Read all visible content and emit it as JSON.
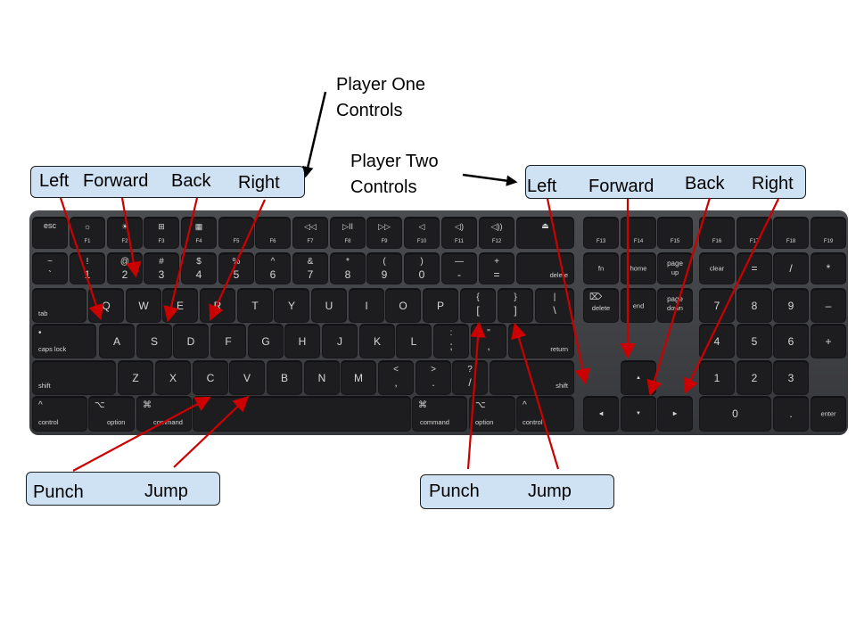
{
  "notes": {
    "player_one": [
      "Player One",
      "Controls"
    ],
    "player_two": [
      "Player Two",
      "Controls"
    ]
  },
  "p1_box": {
    "left": "Left",
    "forward": "Forward",
    "back": "Back",
    "right": "Right"
  },
  "p2_box": {
    "left": "Left",
    "forward": "Forward",
    "back": "Back",
    "right": "Right"
  },
  "p1_actions": {
    "punch": "Punch",
    "jump": "Jump"
  },
  "p2_actions": {
    "punch": "Punch",
    "jump": "Jump"
  },
  "colors": {
    "arrow_red": "#cc0000",
    "label_box": "#cfe2f3",
    "keyboard": "#3f4044",
    "key": "#1d1d1f"
  },
  "keyboard": {
    "row_fn": [
      {
        "t": "esc",
        "b": ""
      },
      {
        "t": "☼",
        "b": "F1"
      },
      {
        "t": "☀",
        "b": "F2"
      },
      {
        "t": "⊞",
        "b": "F3"
      },
      {
        "t": "▦",
        "b": "F4"
      },
      {
        "t": "",
        "b": "F5"
      },
      {
        "t": "",
        "b": "F6"
      },
      {
        "t": "◁◁",
        "b": "F7"
      },
      {
        "t": "▷II",
        "b": "F8"
      },
      {
        "t": "▷▷",
        "b": "F9"
      },
      {
        "t": "◁",
        "b": "F10"
      },
      {
        "t": "◁)",
        "b": "F11"
      },
      {
        "t": "◁))",
        "b": "F12"
      },
      {
        "t": "⏏",
        "b": ""
      },
      {
        "t": "",
        "b": "F13"
      },
      {
        "t": "",
        "b": "F14"
      },
      {
        "t": "",
        "b": "F15"
      },
      {
        "t": "",
        "b": "F16"
      },
      {
        "t": "",
        "b": "F17"
      },
      {
        "t": "",
        "b": "F18"
      },
      {
        "t": "",
        "b": "F19"
      }
    ],
    "row_num": [
      {
        "t": "~",
        "b": "`"
      },
      {
        "t": "!",
        "b": "1"
      },
      {
        "t": "@",
        "b": "2"
      },
      {
        "t": "#",
        "b": "3"
      },
      {
        "t": "$",
        "b": "4"
      },
      {
        "t": "%",
        "b": "5"
      },
      {
        "t": "^",
        "b": "6"
      },
      {
        "t": "&",
        "b": "7"
      },
      {
        "t": "*",
        "b": "8"
      },
      {
        "t": "(",
        "b": "9"
      },
      {
        "t": ")",
        "b": "0"
      },
      {
        "t": "—",
        "b": "-"
      },
      {
        "t": "+",
        "b": "="
      },
      {
        "t": "",
        "b": "delete"
      },
      {
        "t": "",
        "b": "fn"
      },
      {
        "t": "",
        "b": "home"
      },
      {
        "t": "page",
        "b": "up"
      },
      {
        "t": "",
        "b": "clear"
      },
      {
        "t": "",
        "b": "="
      },
      {
        "t": "",
        "b": "/"
      },
      {
        "t": "",
        "b": "*"
      }
    ],
    "row_q": [
      {
        "t": "",
        "b": "tab"
      },
      {
        "t": "",
        "b": "Q"
      },
      {
        "t": "",
        "b": "W"
      },
      {
        "t": "",
        "b": "E"
      },
      {
        "t": "",
        "b": "R"
      },
      {
        "t": "",
        "b": "T"
      },
      {
        "t": "",
        "b": "Y"
      },
      {
        "t": "",
        "b": "U"
      },
      {
        "t": "",
        "b": "I"
      },
      {
        "t": "",
        "b": "O"
      },
      {
        "t": "",
        "b": "P"
      },
      {
        "t": "{",
        "b": "["
      },
      {
        "t": "}",
        "b": "]"
      },
      {
        "t": "|",
        "b": "\\"
      },
      {
        "t": "⌦",
        "b": "delete"
      },
      {
        "t": "",
        "b": "end"
      },
      {
        "t": "page",
        "b": "down"
      },
      {
        "t": "",
        "b": "7"
      },
      {
        "t": "",
        "b": "8"
      },
      {
        "t": "",
        "b": "9"
      },
      {
        "t": "",
        "b": "–"
      }
    ],
    "row_a": [
      {
        "t": "•",
        "b": "caps lock"
      },
      {
        "t": "",
        "b": "A"
      },
      {
        "t": "",
        "b": "S"
      },
      {
        "t": "",
        "b": "D"
      },
      {
        "t": "",
        "b": "F"
      },
      {
        "t": "",
        "b": "G"
      },
      {
        "t": "",
        "b": "H"
      },
      {
        "t": "",
        "b": "J"
      },
      {
        "t": "",
        "b": "K"
      },
      {
        "t": "",
        "b": "L"
      },
      {
        "t": ":",
        "b": ";"
      },
      {
        "t": "\"",
        "b": ","
      },
      {
        "t": "",
        "b": "return"
      },
      {
        "t": "",
        "b": "4"
      },
      {
        "t": "",
        "b": "5"
      },
      {
        "t": "",
        "b": "6"
      },
      {
        "t": "",
        "b": "+"
      }
    ],
    "row_z": [
      {
        "t": "",
        "b": "shift"
      },
      {
        "t": "",
        "b": "Z"
      },
      {
        "t": "",
        "b": "X"
      },
      {
        "t": "",
        "b": "C"
      },
      {
        "t": "",
        "b": "V"
      },
      {
        "t": "",
        "b": "B"
      },
      {
        "t": "",
        "b": "N"
      },
      {
        "t": "",
        "b": "M"
      },
      {
        "t": "<",
        "b": ","
      },
      {
        "t": ">",
        "b": "."
      },
      {
        "t": "?",
        "b": "/"
      },
      {
        "t": "",
        "b": "shift"
      },
      {
        "t": "",
        "b": "▲"
      },
      {
        "t": "",
        "b": "1"
      },
      {
        "t": "",
        "b": "2"
      },
      {
        "t": "",
        "b": "3"
      }
    ],
    "row_bottom": [
      {
        "t": "^",
        "b": "control"
      },
      {
        "t": "⌥",
        "b": "option"
      },
      {
        "t": "⌘",
        "b": "command"
      },
      {
        "t": "",
        "b": ""
      },
      {
        "t": "⌘",
        "b": "command"
      },
      {
        "t": "⌥",
        "b": "option"
      },
      {
        "t": "^",
        "b": "control"
      },
      {
        "t": "",
        "b": "◀"
      },
      {
        "t": "",
        "b": "▼"
      },
      {
        "t": "",
        "b": "▶"
      },
      {
        "t": "",
        "b": "0"
      },
      {
        "t": "",
        "b": "."
      },
      {
        "t": "",
        "b": "enter"
      }
    ]
  }
}
